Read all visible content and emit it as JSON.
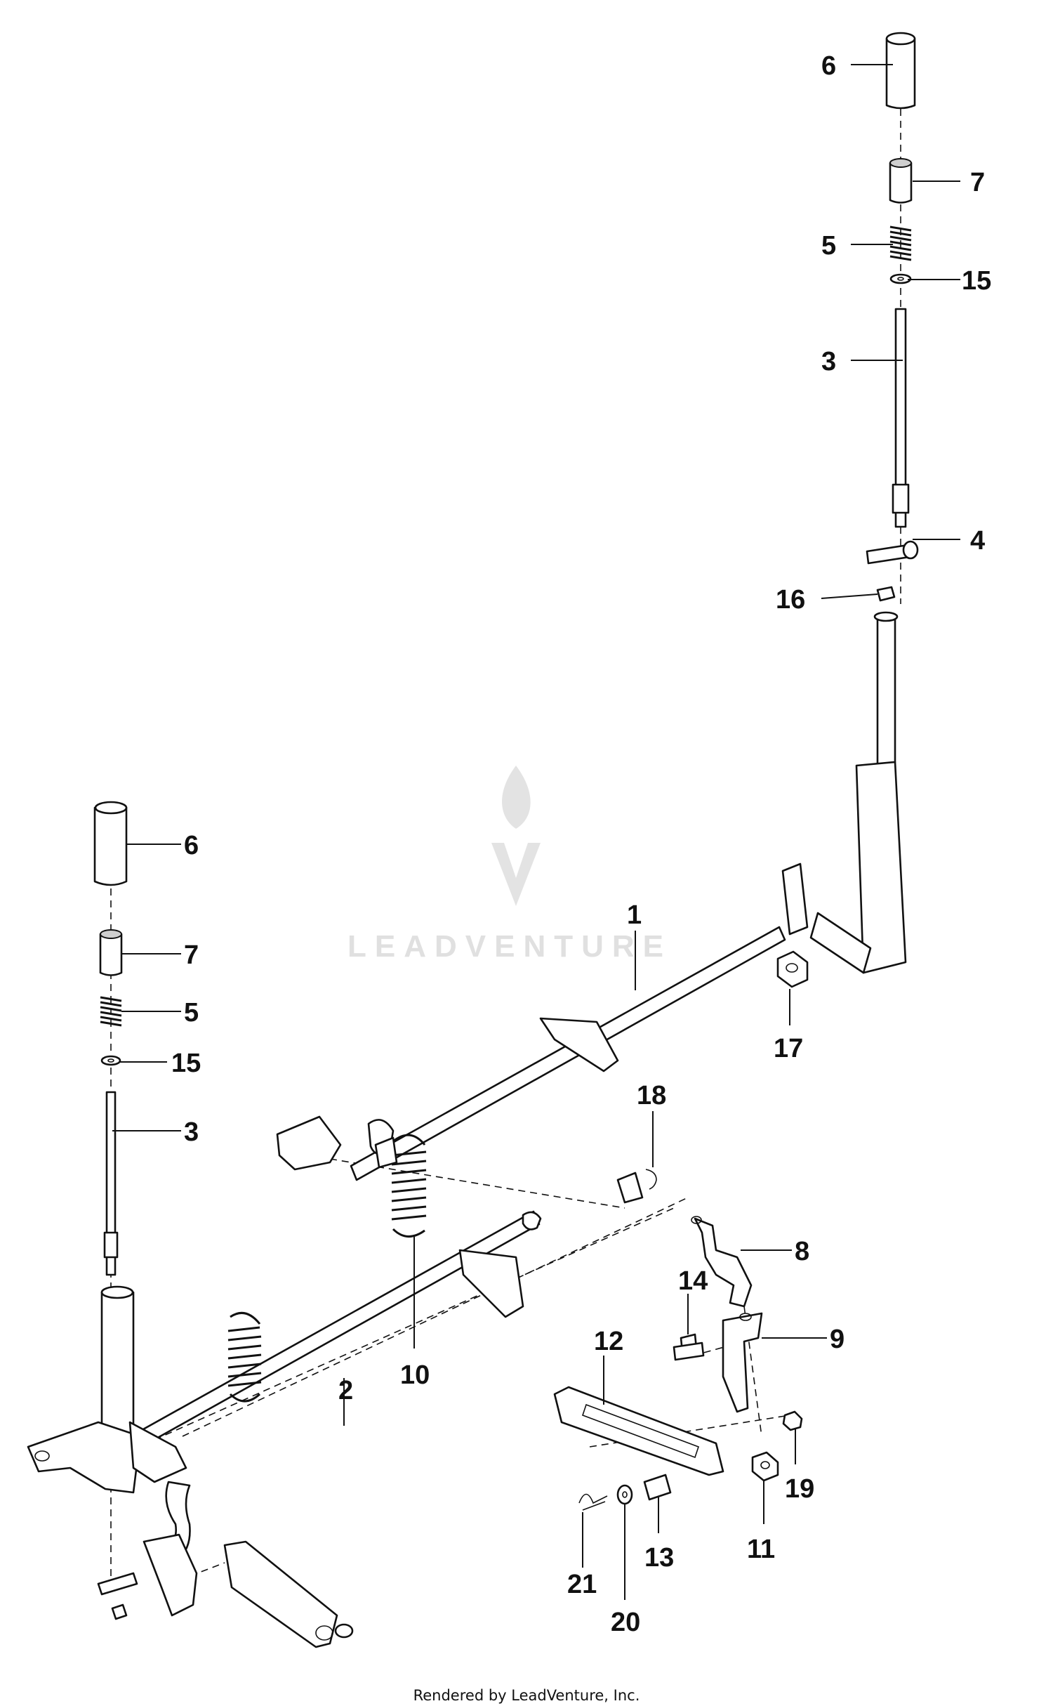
{
  "watermark": {
    "brand": "LEADVENTURE"
  },
  "callouts": [
    {
      "id": "c6a",
      "label": "6"
    },
    {
      "id": "c7a",
      "label": "7"
    },
    {
      "id": "c5a",
      "label": "5"
    },
    {
      "id": "c15a",
      "label": "15"
    },
    {
      "id": "c3a",
      "label": "3"
    },
    {
      "id": "c4",
      "label": "4"
    },
    {
      "id": "c16",
      "label": "16"
    },
    {
      "id": "c1",
      "label": "1"
    },
    {
      "id": "c17",
      "label": "17"
    },
    {
      "id": "c6b",
      "label": "6"
    },
    {
      "id": "c7b",
      "label": "7"
    },
    {
      "id": "c5b",
      "label": "5"
    },
    {
      "id": "c15b",
      "label": "15"
    },
    {
      "id": "c3b",
      "label": "3"
    },
    {
      "id": "c18",
      "label": "18"
    },
    {
      "id": "c8",
      "label": "8"
    },
    {
      "id": "c14",
      "label": "14"
    },
    {
      "id": "c9",
      "label": "9"
    },
    {
      "id": "c12",
      "label": "12"
    },
    {
      "id": "c2",
      "label": "2"
    },
    {
      "id": "c10",
      "label": "10"
    },
    {
      "id": "c19",
      "label": "19"
    },
    {
      "id": "c11",
      "label": "11"
    },
    {
      "id": "c13",
      "label": "13"
    },
    {
      "id": "c21",
      "label": "21"
    },
    {
      "id": "c20",
      "label": "20"
    }
  ],
  "footer": {
    "credit": "Rendered by LeadVenture, Inc."
  }
}
